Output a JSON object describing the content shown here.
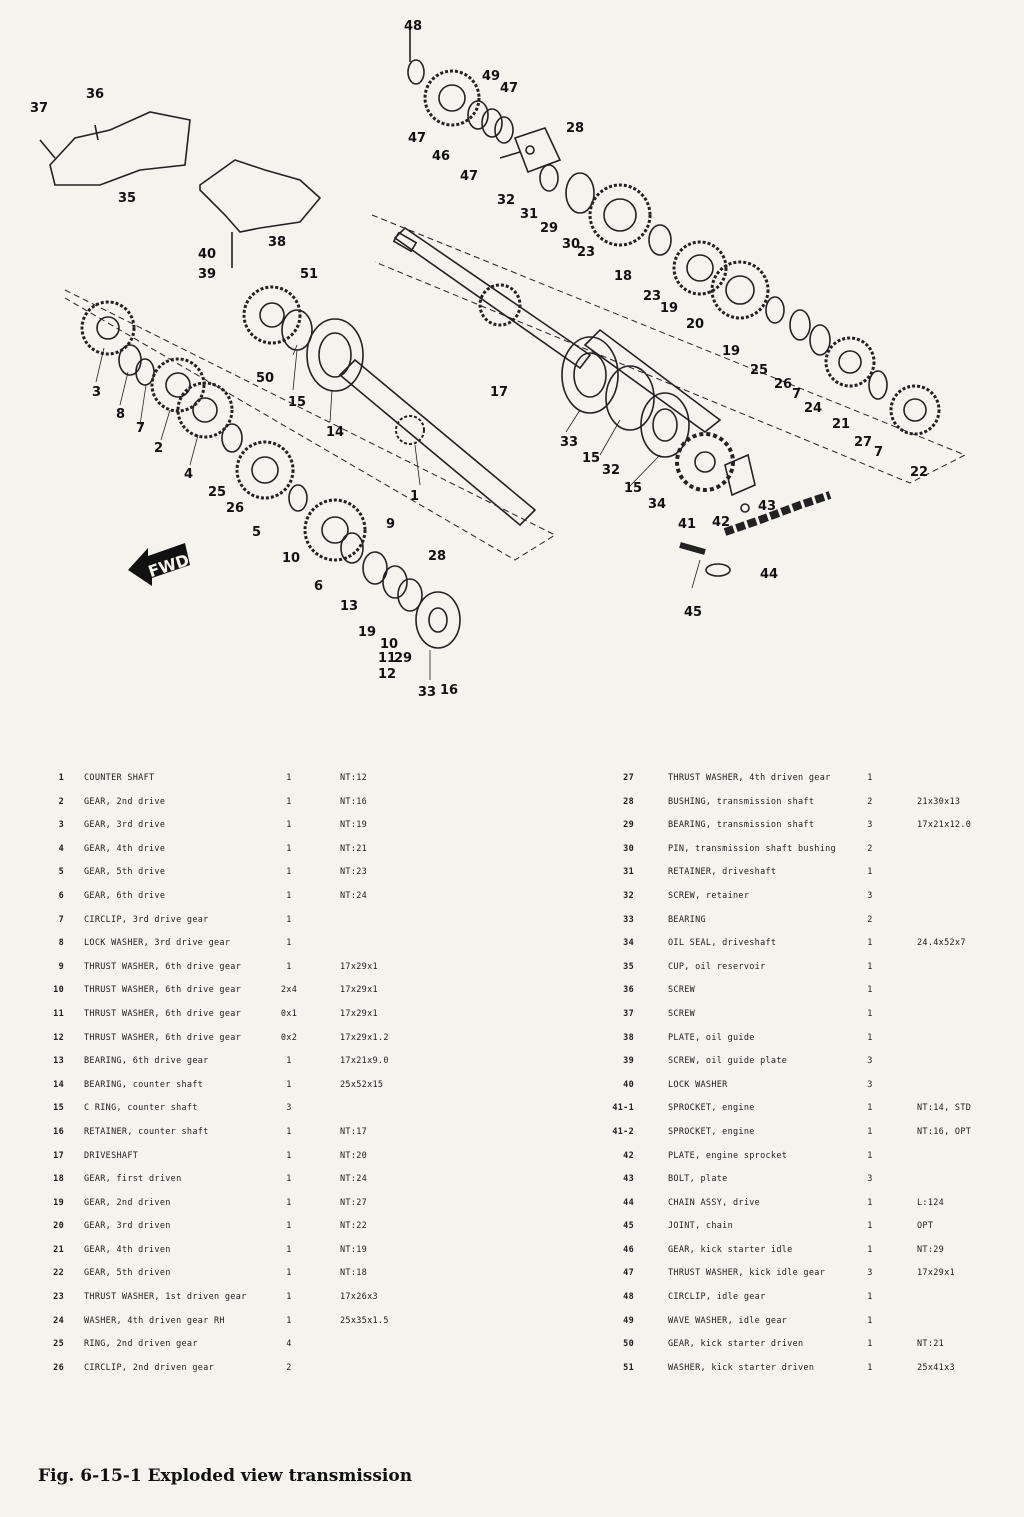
{
  "diagram": {
    "fwd_label": "FWD",
    "callouts": [
      "48",
      "49",
      "47",
      "47",
      "46",
      "47",
      "28",
      "32",
      "31",
      "29",
      "30",
      "23",
      "18",
      "23",
      "19",
      "20",
      "19",
      "25",
      "26",
      "7",
      "24",
      "21",
      "27",
      "7",
      "22",
      "36",
      "37",
      "35",
      "38",
      "40",
      "39",
      "51",
      "50",
      "15",
      "14",
      "17",
      "33",
      "15",
      "32",
      "15",
      "34",
      "41",
      "42",
      "43",
      "44",
      "45",
      "3",
      "8",
      "7",
      "2",
      "4",
      "25",
      "26",
      "5",
      "1",
      "9",
      "10",
      "6",
      "13",
      "28",
      "19",
      "10",
      "11",
      "29",
      "12",
      "33",
      "16"
    ]
  },
  "parts_left": [
    {
      "no": "1",
      "desc": "COUNTER SHAFT",
      "qty": "1",
      "remarks": "NT:12"
    },
    {
      "no": "2",
      "desc": "GEAR, 2nd drive",
      "qty": "1",
      "remarks": "NT:16"
    },
    {
      "no": "3",
      "desc": "GEAR, 3rd drive",
      "qty": "1",
      "remarks": "NT:19"
    },
    {
      "no": "4",
      "desc": "GEAR, 4th drive",
      "qty": "1",
      "remarks": "NT:21"
    },
    {
      "no": "5",
      "desc": "GEAR, 5th drive",
      "qty": "1",
      "remarks": "NT:23"
    },
    {
      "no": "6",
      "desc": "GEAR, 6th drive",
      "qty": "1",
      "remarks": "NT:24"
    },
    {
      "no": "7",
      "desc": "CIRCLIP, 3rd drive gear",
      "qty": "1",
      "remarks": ""
    },
    {
      "no": "8",
      "desc": "LOCK WASHER, 3rd drive gear",
      "qty": "1",
      "remarks": ""
    },
    {
      "no": "9",
      "desc": "THRUST WASHER, 6th drive gear",
      "qty": "1",
      "remarks": "17x29x1"
    },
    {
      "no": "10",
      "desc": "THRUST WASHER, 6th drive gear",
      "qty": "2x4",
      "remarks": "17x29x1"
    },
    {
      "no": "11",
      "desc": "THRUST WASHER, 6th drive gear",
      "qty": "0x1",
      "remarks": "17x29x1"
    },
    {
      "no": "12",
      "desc": "THRUST WASHER, 6th drive gear",
      "qty": "0x2",
      "remarks": "17x29x1.2"
    },
    {
      "no": "13",
      "desc": "BEARING, 6th drive gear",
      "qty": "1",
      "remarks": "17x21x9.0"
    },
    {
      "no": "14",
      "desc": "BEARING, counter shaft",
      "qty": "1",
      "remarks": "25x52x15"
    },
    {
      "no": "15",
      "desc": "C RING, counter shaft",
      "qty": "3",
      "remarks": ""
    },
    {
      "no": "16",
      "desc": "RETAINER, counter shaft",
      "qty": "1",
      "remarks": "NT:17"
    },
    {
      "no": "17",
      "desc": "DRIVESHAFT",
      "qty": "1",
      "remarks": "NT:20"
    },
    {
      "no": "18",
      "desc": "GEAR, first driven",
      "qty": "1",
      "remarks": "NT:24"
    },
    {
      "no": "19",
      "desc": "GEAR, 2nd driven",
      "qty": "1",
      "remarks": "NT:27"
    },
    {
      "no": "20",
      "desc": "GEAR, 3rd driven",
      "qty": "1",
      "remarks": "NT:22"
    },
    {
      "no": "21",
      "desc": "GEAR, 4th driven",
      "qty": "1",
      "remarks": "NT:19"
    },
    {
      "no": "22",
      "desc": "GEAR, 5th driven",
      "qty": "1",
      "remarks": "NT:18"
    },
    {
      "no": "23",
      "desc": "THRUST WASHER, 1st driven gear",
      "qty": "1",
      "remarks": "17x26x3"
    },
    {
      "no": "24",
      "desc": "WASHER, 4th driven gear RH",
      "qty": "1",
      "remarks": "25x35x1.5"
    },
    {
      "no": "25",
      "desc": "RING, 2nd driven gear",
      "qty": "4",
      "remarks": ""
    },
    {
      "no": "26",
      "desc": "CIRCLIP, 2nd driven gear",
      "qty": "2",
      "remarks": ""
    }
  ],
  "parts_right": [
    {
      "no": "27",
      "desc": "THRUST WASHER, 4th driven gear",
      "qty": "1",
      "remarks": ""
    },
    {
      "no": "28",
      "desc": "BUSHING, transmission shaft",
      "qty": "2",
      "remarks": "21x30x13"
    },
    {
      "no": "29",
      "desc": "BEARING, transmission shaft",
      "qty": "3",
      "remarks": "17x21x12.0"
    },
    {
      "no": "30",
      "desc": "PIN, transmission shaft bushing",
      "qty": "2",
      "remarks": ""
    },
    {
      "no": "31",
      "desc": "RETAINER, driveshaft",
      "qty": "1",
      "remarks": ""
    },
    {
      "no": "32",
      "desc": "SCREW, retainer",
      "qty": "3",
      "remarks": ""
    },
    {
      "no": "33",
      "desc": "BEARING",
      "qty": "2",
      "remarks": ""
    },
    {
      "no": "34",
      "desc": "OIL SEAL, driveshaft",
      "qty": "1",
      "remarks": "24.4x52x7"
    },
    {
      "no": "35",
      "desc": "CUP, oil reservoir",
      "qty": "1",
      "remarks": ""
    },
    {
      "no": "36",
      "desc": "SCREW",
      "qty": "1",
      "remarks": ""
    },
    {
      "no": "37",
      "desc": "SCREW",
      "qty": "1",
      "remarks": ""
    },
    {
      "no": "38",
      "desc": "PLATE, oil guide",
      "qty": "1",
      "remarks": ""
    },
    {
      "no": "39",
      "desc": "SCREW, oil guide plate",
      "qty": "3",
      "remarks": ""
    },
    {
      "no": "40",
      "desc": "LOCK WASHER",
      "qty": "3",
      "remarks": ""
    },
    {
      "no": "41-1",
      "desc": "SPROCKET, engine",
      "qty": "1",
      "remarks": "NT:14, STD"
    },
    {
      "no": "41-2",
      "desc": "SPROCKET, engine",
      "qty": "1",
      "remarks": "NT:16, OPT"
    },
    {
      "no": "42",
      "desc": "PLATE, engine sprocket",
      "qty": "1",
      "remarks": ""
    },
    {
      "no": "43",
      "desc": "BOLT, plate",
      "qty": "3",
      "remarks": ""
    },
    {
      "no": "44",
      "desc": "CHAIN ASSY, drive",
      "qty": "1",
      "remarks": "L:124"
    },
    {
      "no": "45",
      "desc": "JOINT, chain",
      "qty": "1",
      "remarks": "OPT"
    },
    {
      "no": "46",
      "desc": "GEAR, kick starter idle",
      "qty": "1",
      "remarks": "NT:29"
    },
    {
      "no": "47",
      "desc": "THRUST WASHER, kick idle gear",
      "qty": "3",
      "remarks": "17x29x1"
    },
    {
      "no": "48",
      "desc": "CIRCLIP, idle gear",
      "qty": "1",
      "remarks": ""
    },
    {
      "no": "49",
      "desc": "WAVE WASHER, idle gear",
      "qty": "1",
      "remarks": ""
    },
    {
      "no": "50",
      "desc": "GEAR, kick starter driven",
      "qty": "1",
      "remarks": "NT:21"
    },
    {
      "no": "51",
      "desc": "WASHER, kick starter driven",
      "qty": "1",
      "remarks": "25x41x3"
    }
  ],
  "caption": "Fig. 6-15-1  Exploded view transmission"
}
